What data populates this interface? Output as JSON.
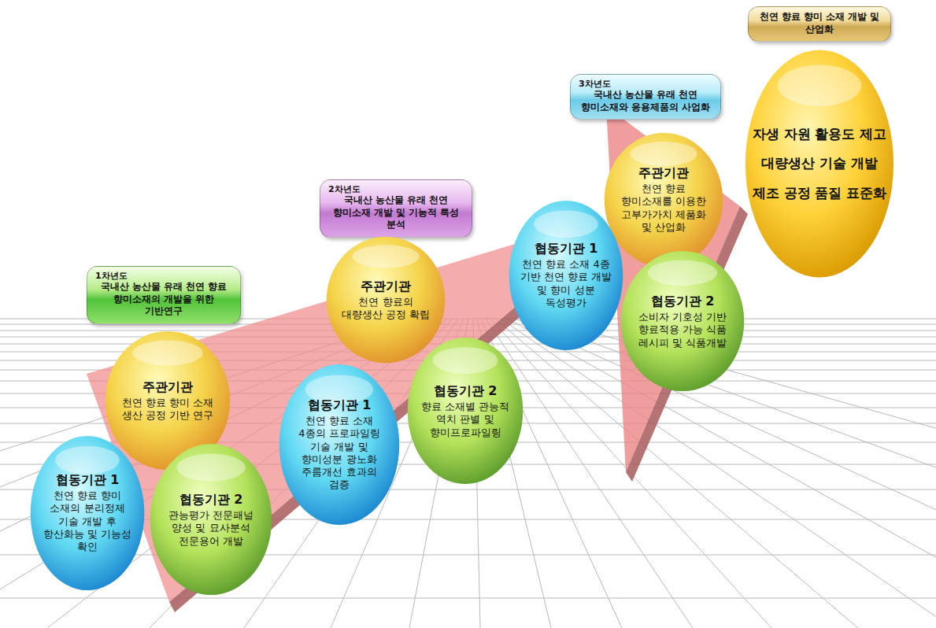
{
  "diagram": {
    "nodes": [
      {
        "text": [
          "1차년도",
          "국내산 농산물 유래 천연 향료 향미소재의 개발을 위한 기반연구"
        ]
      },
      {
        "text": [
          "주관기관",
          "천연 향료 향미 소재 생산 공정 기반 연구"
        ]
      },
      {
        "text": [
          "협동기관 1",
          "천연 향료 향미 소재의 분리정제 기술 개발 후 항산화능 및 기능성 확인"
        ]
      },
      {
        "text": [
          "협동기관 2",
          "관능평가 전문패널 양성 및 묘사분석 전문용어 개발"
        ]
      },
      {
        "text": [
          "2차년도",
          "국내산 농산물 유래 천연 향미소재 개발 및 기능적 특성 분석"
        ]
      },
      {
        "text": [
          "주관기관",
          "천연 향료의 대량생산 공정 확립"
        ]
      },
      {
        "text": [
          "협동기관 1",
          "천연 향료 소재 4종의 프로파일링 기술 개발 및 향미성분 광노화 주름개선 효과의 검증"
        ]
      },
      {
        "text": [
          "협동기관 2",
          "향료 소재별 관능적 역치 판별 및 향미프로파일링"
        ]
      },
      {
        "text": [
          "3차년도",
          "국내산 농산물 유래 천연 향미소재와 응용제품의 사업화"
        ]
      },
      {
        "text": [
          "주관기관",
          "천연 향료 향미소재를 이용한 고부가가치 제품화 및 산업화"
        ]
      },
      {
        "text": [
          "협동기관 1",
          "천연 향료 소재 4종 기반 천연 향료 개발 및 향미 성분 독성평가"
        ]
      },
      {
        "text": [
          "협동기관 2",
          "소비자 기호성 기반 향료적용 가능 식품 레시피 및 식품개발"
        ]
      },
      {
        "text": [
          "천연 향료 향미 소재 개발 및 산업화"
        ]
      },
      {
        "text": [
          "자생 자원 활용도 제고",
          "대량생산 기술 개발",
          "제조 공정 품질 표준화"
        ]
      }
    ]
  }
}
